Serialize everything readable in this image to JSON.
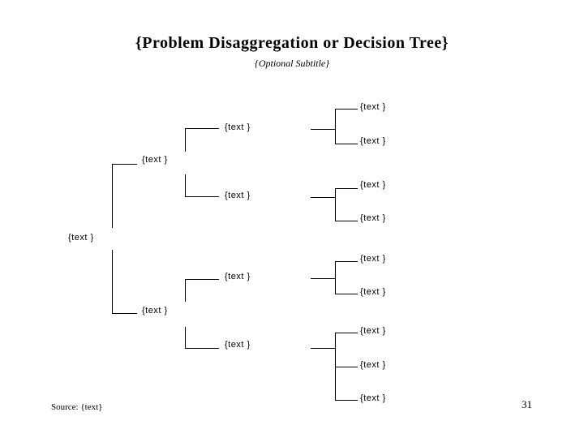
{
  "slide": {
    "title": "{Problem Disaggregation or Decision Tree}",
    "subtitle": "{Optional Subtitle}",
    "footer": {
      "source": "Source: {text}",
      "page_number": "31"
    }
  },
  "tree": {
    "type": "decision-tree",
    "orientation": "left-to-right",
    "nodes": [
      {
        "id": "root",
        "level": 1,
        "parent": null,
        "label": "{text }"
      },
      {
        "id": "n1",
        "level": 2,
        "parent": "root",
        "label": "{text }"
      },
      {
        "id": "n1-1",
        "level": 3,
        "parent": "n1",
        "label": "{text }"
      },
      {
        "id": "n1-1-1",
        "level": 4,
        "parent": "n1-1",
        "label": "{text }"
      },
      {
        "id": "n1-1-2",
        "level": 4,
        "parent": "n1-1",
        "label": "{text }"
      },
      {
        "id": "n1-2",
        "level": 3,
        "parent": "n1",
        "label": "{text }"
      },
      {
        "id": "n1-2-1",
        "level": 4,
        "parent": "n1-2",
        "label": "{text }"
      },
      {
        "id": "n1-2-2",
        "level": 4,
        "parent": "n1-2",
        "label": "{text }"
      },
      {
        "id": "n2",
        "level": 2,
        "parent": "root",
        "label": "{text }"
      },
      {
        "id": "n2-1",
        "level": 3,
        "parent": "n2",
        "label": "{text }"
      },
      {
        "id": "n2-1-1",
        "level": 4,
        "parent": "n2-1",
        "label": "{text }"
      },
      {
        "id": "n2-1-2",
        "level": 4,
        "parent": "n2-1",
        "label": "{text }"
      },
      {
        "id": "n2-2",
        "level": 3,
        "parent": "n2",
        "label": "{text }"
      },
      {
        "id": "n2-2-1",
        "level": 4,
        "parent": "n2-2",
        "label": "{text }"
      },
      {
        "id": "n2-2-2",
        "level": 4,
        "parent": "n2-2",
        "label": "{text }"
      },
      {
        "id": "n2-2-3",
        "level": 4,
        "parent": "n2-2",
        "label": "{text }"
      }
    ]
  },
  "colors": {
    "background": "#ffffff",
    "line": "#000000",
    "text": "#000000"
  }
}
